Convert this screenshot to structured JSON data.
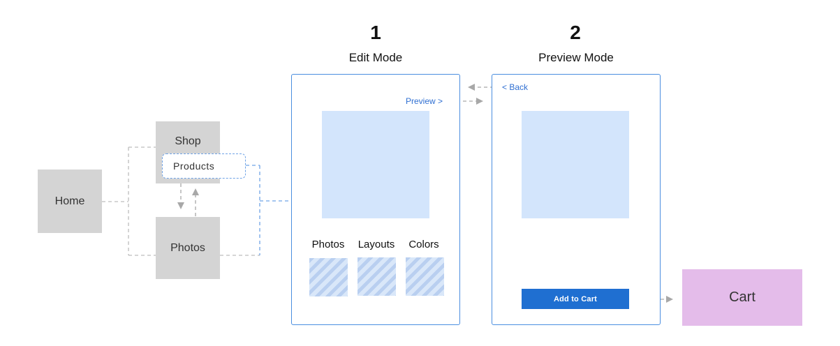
{
  "steps": [
    {
      "number": "1",
      "title": "Edit Mode"
    },
    {
      "number": "2",
      "title": "Preview Mode"
    }
  ],
  "nav": {
    "home": "Home",
    "shop": "Shop",
    "products": "Products",
    "photos": "Photos"
  },
  "edit_mode": {
    "preview_link": "Preview >",
    "tools": [
      "Photos",
      "Layouts",
      "Colors"
    ]
  },
  "preview_mode": {
    "back_link": "< Back",
    "add_to_cart": "Add to Cart"
  },
  "cart": "Cart",
  "colors": {
    "frame_border": "#4a8ee0",
    "link": "#2f6fd2",
    "button": "#1f6fd1",
    "cart": "#e4bcea",
    "gray_block": "#d4d4d4",
    "connector_gray": "#b5b5b5",
    "connector_blue": "#6fa3e6",
    "image_placeholder": "#d3e5fc"
  }
}
